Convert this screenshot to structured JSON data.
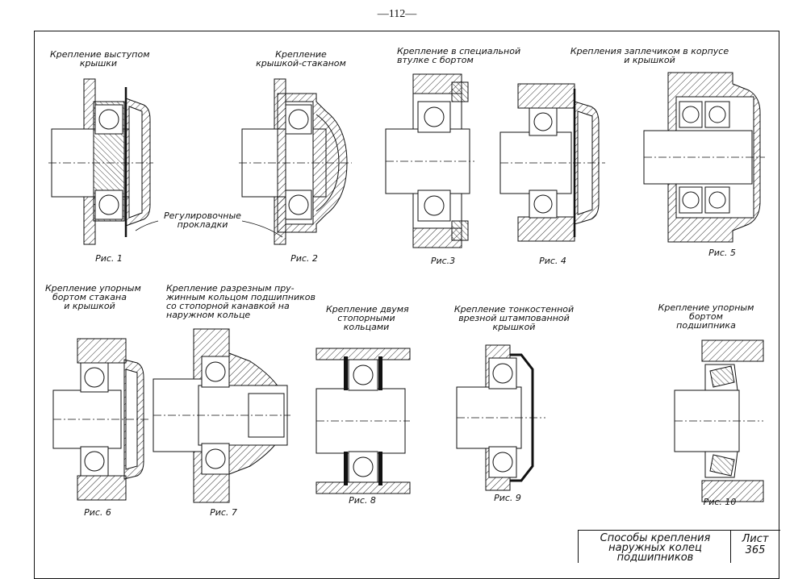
{
  "page_number": "—112—",
  "figures": [
    {
      "caption": "Рис. 1",
      "title": [
        "Крепление выступом",
        "крышки"
      ]
    },
    {
      "caption": "Рис. 2",
      "title": [
        "Крепление",
        "крышкой-стаканом"
      ]
    },
    {
      "caption": "Рис.3",
      "title": [
        "Крепление в специальной",
        "втулке с бортом"
      ]
    },
    {
      "caption": "Рис. 4",
      "title": [
        "Крепления заплечиком в корпусе",
        "и крышкой"
      ]
    },
    {
      "caption": "Рис. 5",
      "title": []
    },
    {
      "caption": "Рис. 6",
      "title": [
        "Крепление упорным",
        "бортом стакана",
        "и крышкой"
      ]
    },
    {
      "caption": "Рис. 7",
      "title": [
        "Крепление разрезным пру-",
        "жинным кольцом подшипников",
        "со стопорной канавкой на",
        "наружном кольце"
      ]
    },
    {
      "caption": "Рис. 8",
      "title": [
        "Крепление двумя",
        "стопорными",
        "кольцами"
      ]
    },
    {
      "caption": "Рис. 9",
      "title": [
        "Крепление тонкостенной",
        "врезной штампованной",
        "крышкой"
      ]
    },
    {
      "caption": "Рис. 10",
      "title": [
        "Крепление упорным",
        "бортом",
        "подшипника"
      ]
    }
  ],
  "callout": [
    "Регулировочные",
    "прокладки"
  ],
  "title_block": {
    "title": [
      "Способы крепления",
      "наружных колец",
      "подшипников"
    ],
    "sheet_label": "Лист",
    "sheet_number": "365"
  },
  "colors": {
    "ink": "#111111",
    "paper": "#ffffff"
  }
}
